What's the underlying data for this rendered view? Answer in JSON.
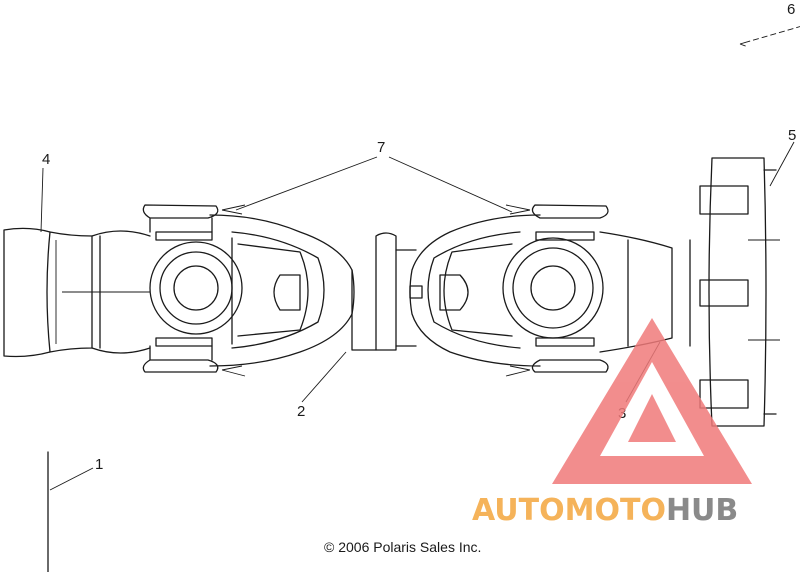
{
  "diagram": {
    "callouts": [
      "1",
      "2",
      "3",
      "4",
      "5",
      "6",
      "7"
    ],
    "copyright": "© 2006 Polaris Sales Inc."
  },
  "watermark": {
    "part1": "AUTOMOTO",
    "part2": "HUB",
    "colors": {
      "primary": "#f07a7a",
      "accent": "#f5c57a",
      "dark": "#8a8a8a"
    }
  }
}
